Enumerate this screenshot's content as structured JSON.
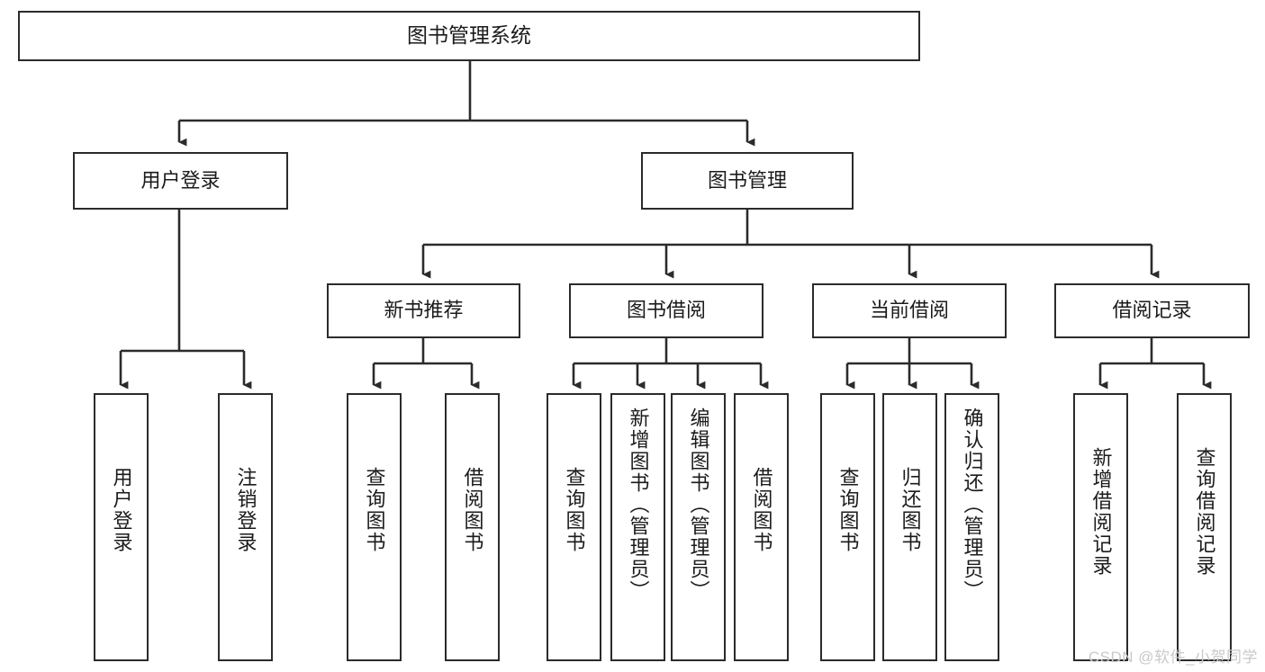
{
  "diagram": {
    "type": "tree",
    "title": "图书管理系统",
    "orientation": "top-down",
    "colors": {
      "box_border": "#2b2b2b",
      "box_fill": "#ffffff",
      "connector": "#2b2b2b",
      "text": "#1b1b1b",
      "watermark": "#c9c9c9"
    },
    "root": {
      "label": "图书管理系统"
    },
    "level2": [
      {
        "label": "用户登录"
      },
      {
        "label": "图书管理"
      }
    ],
    "level3": [
      {
        "label": "新书推荐"
      },
      {
        "label": "图书借阅"
      },
      {
        "label": "当前借阅"
      },
      {
        "label": "借阅记录"
      }
    ],
    "leaves": {
      "user_login": [
        {
          "label": "用户登录"
        },
        {
          "label": "注销登录"
        }
      ],
      "new_book_recommend": [
        {
          "label": "查询图书"
        },
        {
          "label": "借阅图书"
        }
      ],
      "book_borrow": [
        {
          "label": "查询图书"
        },
        {
          "label": "新增图书（管理员）"
        },
        {
          "label": "编辑图书（管理员）"
        },
        {
          "label": "借阅图书"
        }
      ],
      "current_borrow": [
        {
          "label": "查询图书"
        },
        {
          "label": "归还图书"
        },
        {
          "label": "确认归还（管理员）"
        }
      ],
      "borrow_record": [
        {
          "label": "新增借阅记录"
        },
        {
          "label": "查询借阅记录"
        }
      ]
    }
  },
  "watermark": {
    "text": "CSDN @软件_小贺同学"
  }
}
